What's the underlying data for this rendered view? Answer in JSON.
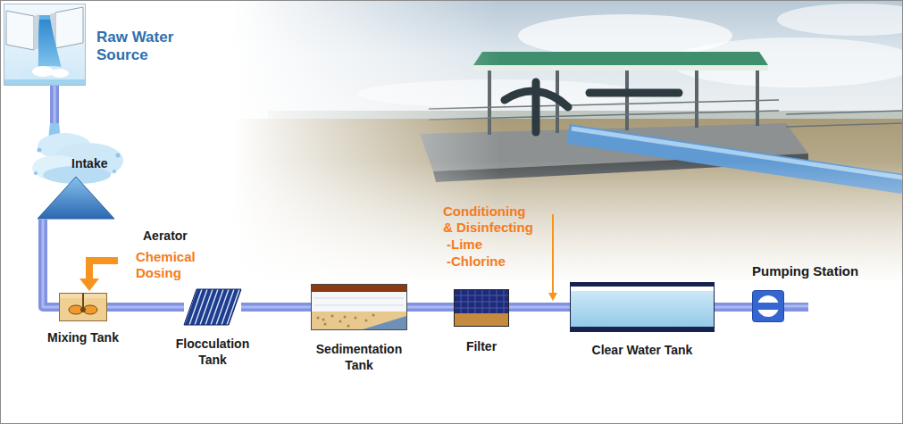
{
  "diagram": {
    "nodes": [
      {
        "text": [
          "Raw Water Source"
        ]
      },
      {
        "text": [
          "Aerator"
        ]
      },
      {
        "text": [
          "Mixing Tank"
        ]
      },
      {
        "text": [
          "Flocculation Tank"
        ]
      },
      {
        "text": [
          "Sedimentation Tank"
        ]
      },
      {
        "text": [
          "Filter"
        ]
      },
      {
        "text": [
          "Clear Water Tank"
        ]
      },
      {
        "text": [
          "Pumping Station"
        ]
      }
    ],
    "edges": [
      {
        "from": 0,
        "to": 1,
        "arrow": "none"
      },
      {
        "from": 1,
        "to": 2,
        "arrow": "none"
      },
      {
        "from": 2,
        "to": 3,
        "arrow": "none"
      },
      {
        "from": 3,
        "to": 4,
        "arrow": "none"
      },
      {
        "from": 4,
        "to": 5,
        "arrow": "none"
      },
      {
        "from": 5,
        "to": 6,
        "arrow": "none"
      },
      {
        "from": 6,
        "to": 7,
        "arrow": "none"
      }
    ],
    "labels": [
      "Intake",
      "Chemical Dosing",
      "Conditioning & Disinfecting",
      "-Lime",
      "-Chlorine"
    ]
  }
}
